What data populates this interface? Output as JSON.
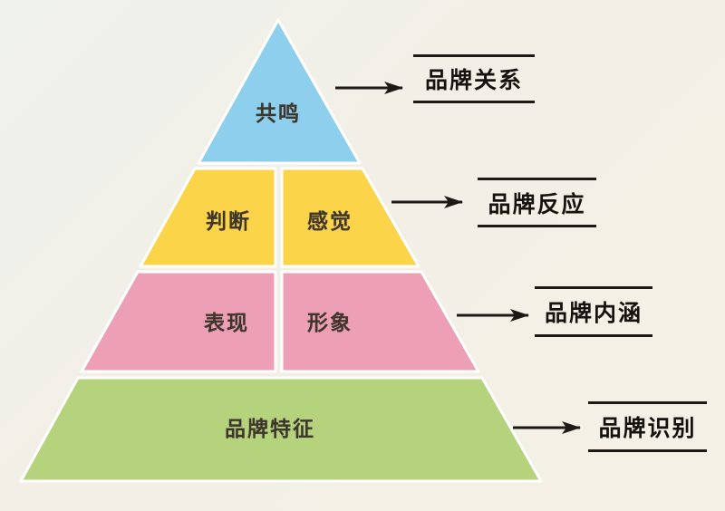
{
  "diagram": {
    "type": "pyramid",
    "background_color": "#f2efe6",
    "arrow_color": "#1d1a16",
    "separator_color": "#ffffff",
    "tiers": [
      {
        "level": 1,
        "color": "#8ecfee",
        "cells": [
          {
            "label": "共鸣"
          }
        ]
      },
      {
        "level": 2,
        "color": "#fbd449",
        "cells": [
          {
            "label": "判断"
          },
          {
            "label": "感觉"
          }
        ]
      },
      {
        "level": 3,
        "color": "#eda0b5",
        "cells": [
          {
            "label": "表现"
          },
          {
            "label": "形象"
          }
        ]
      },
      {
        "level": 4,
        "color": "#b5d37c",
        "cells": [
          {
            "label": "品牌特征"
          }
        ]
      }
    ],
    "annotations": [
      {
        "label": "品牌关系"
      },
      {
        "label": "品牌反应"
      },
      {
        "label": "品牌内涵"
      },
      {
        "label": "品牌识别"
      }
    ]
  }
}
